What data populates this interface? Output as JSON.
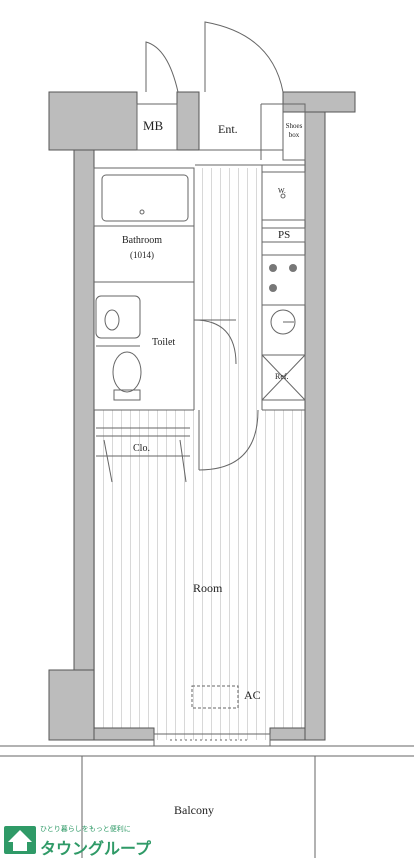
{
  "rooms": {
    "mb": "MB",
    "ent": "Ent.",
    "shoes_box": "Shoes box",
    "ps": "PS",
    "bathroom": "Bathroom",
    "bathroom_size": "(1014)",
    "toilet": "Toilet",
    "wm": "W.",
    "refrigerator": "Ref.",
    "closet": "Clo.",
    "room": "Room",
    "ac": "AC",
    "balcony": "Balcony"
  },
  "footer": {
    "tagline": "ひとり暮らしをもっと便利に",
    "company": "タウングループ"
  },
  "colors": {
    "wall": "#bcbcbc",
    "wall_outline": "#555555",
    "line": "#666666",
    "logo_green": "#2f9a67"
  }
}
